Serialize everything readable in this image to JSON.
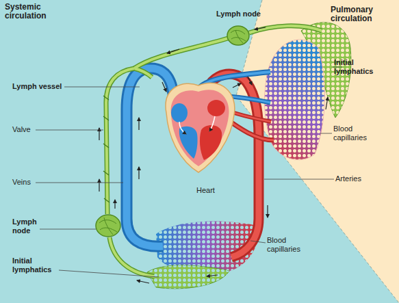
{
  "diagram": {
    "labels": [
      "Systemic circulation",
      "Lymph node",
      "Pulmonary circulation",
      "Initial lymphatics",
      "Lymph vessel",
      "Valve",
      "Blood capillaries",
      "Veins",
      "Arteries",
      "Heart",
      "Lymph node",
      "Blood capillaries",
      "Initial lymphatics"
    ]
  }
}
